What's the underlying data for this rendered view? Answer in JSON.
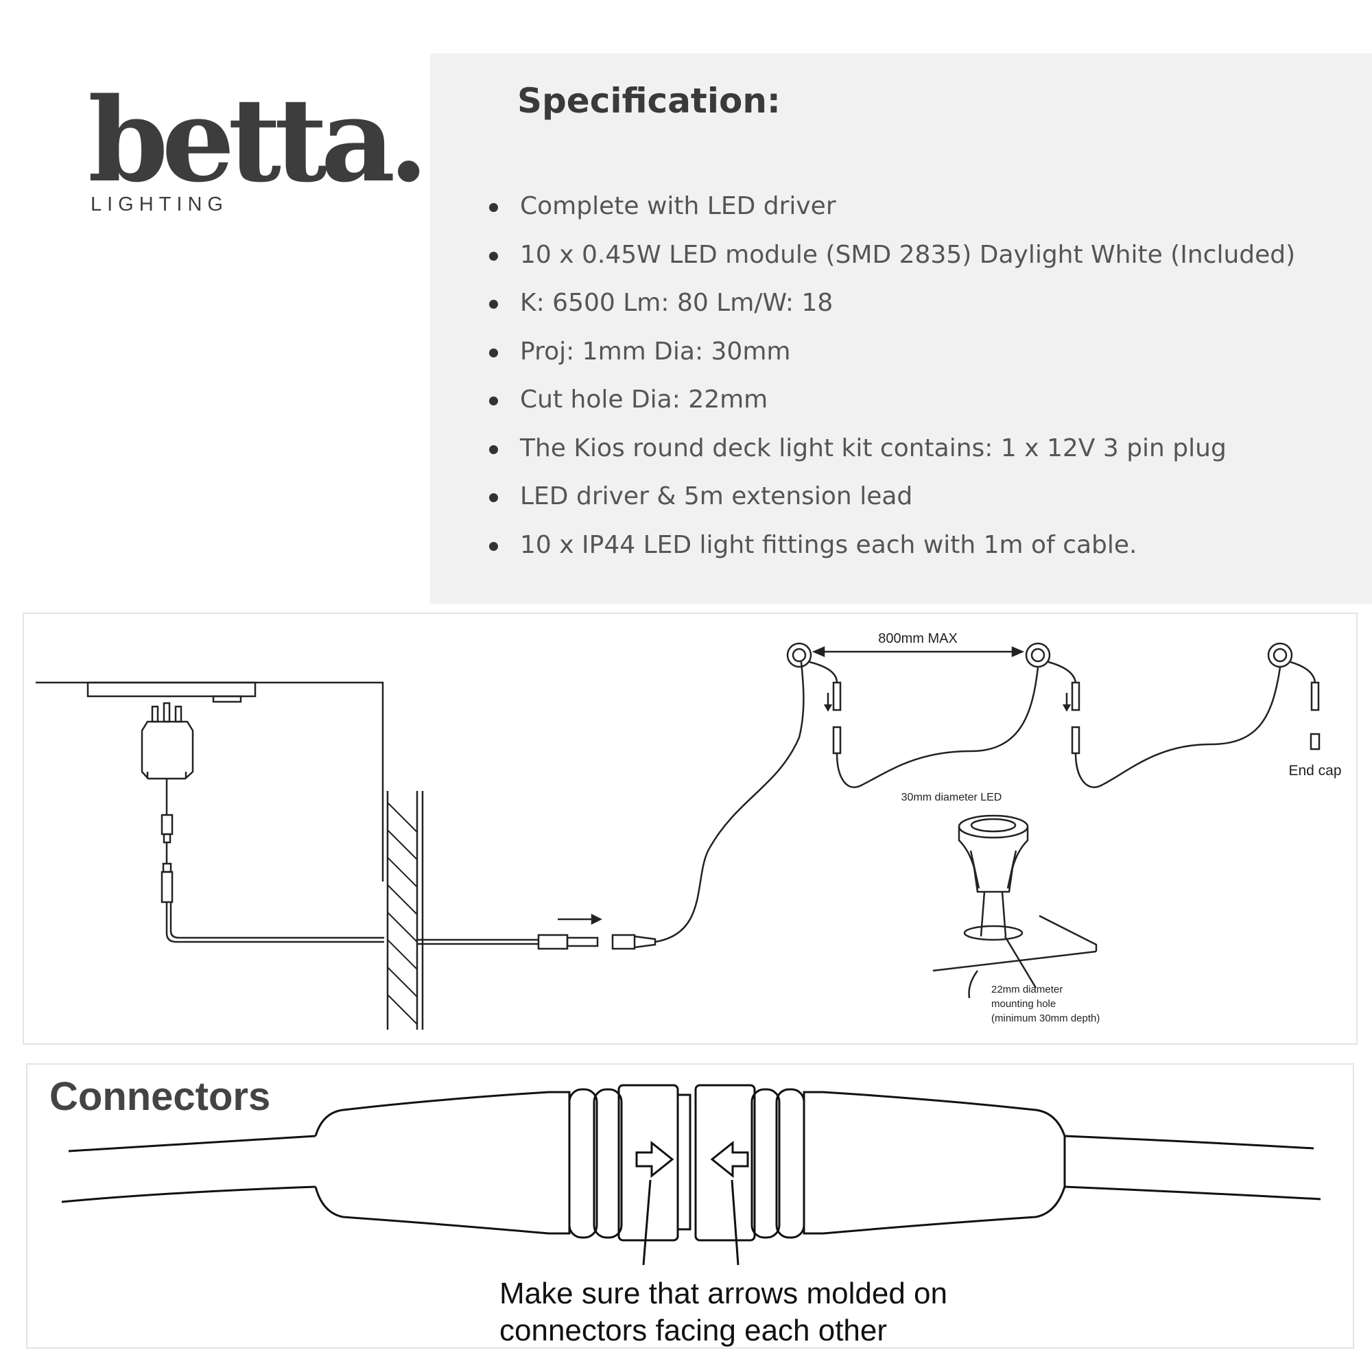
{
  "brand": {
    "name": "betta.",
    "subtitle": "LIGHTING"
  },
  "specification": {
    "title": "Specification:",
    "items": [
      "Complete with LED driver",
      "10 x 0.45W LED module (SMD 2835) Daylight White (Included)",
      "K: 6500 Lm: 80 Lm/W: 18",
      "Proj: 1mm Dia: 30mm",
      "Cut hole Dia: 22mm",
      "The Kios round deck light kit contains: 1 x 12V 3 pin plug",
      "LED driver & 5m extension lead",
      "10 x IP44 LED light fittings each with 1m of cable."
    ]
  },
  "wiring_diagram": {
    "spacing_label": "800mm MAX",
    "end_cap_label": "End cap",
    "led_label": "30mm diameter LED",
    "hole_label_lines": [
      "22mm diameter",
      "mounting hole",
      "(minimum 30mm depth)"
    ]
  },
  "connectors": {
    "title": "Connectors",
    "note_lines": [
      "Make sure that arrows molded on",
      "connectors facing each other"
    ]
  },
  "colors": {
    "spec_background": "#f1f1f1",
    "text": "#555555",
    "heading": "#3a3a3a"
  }
}
